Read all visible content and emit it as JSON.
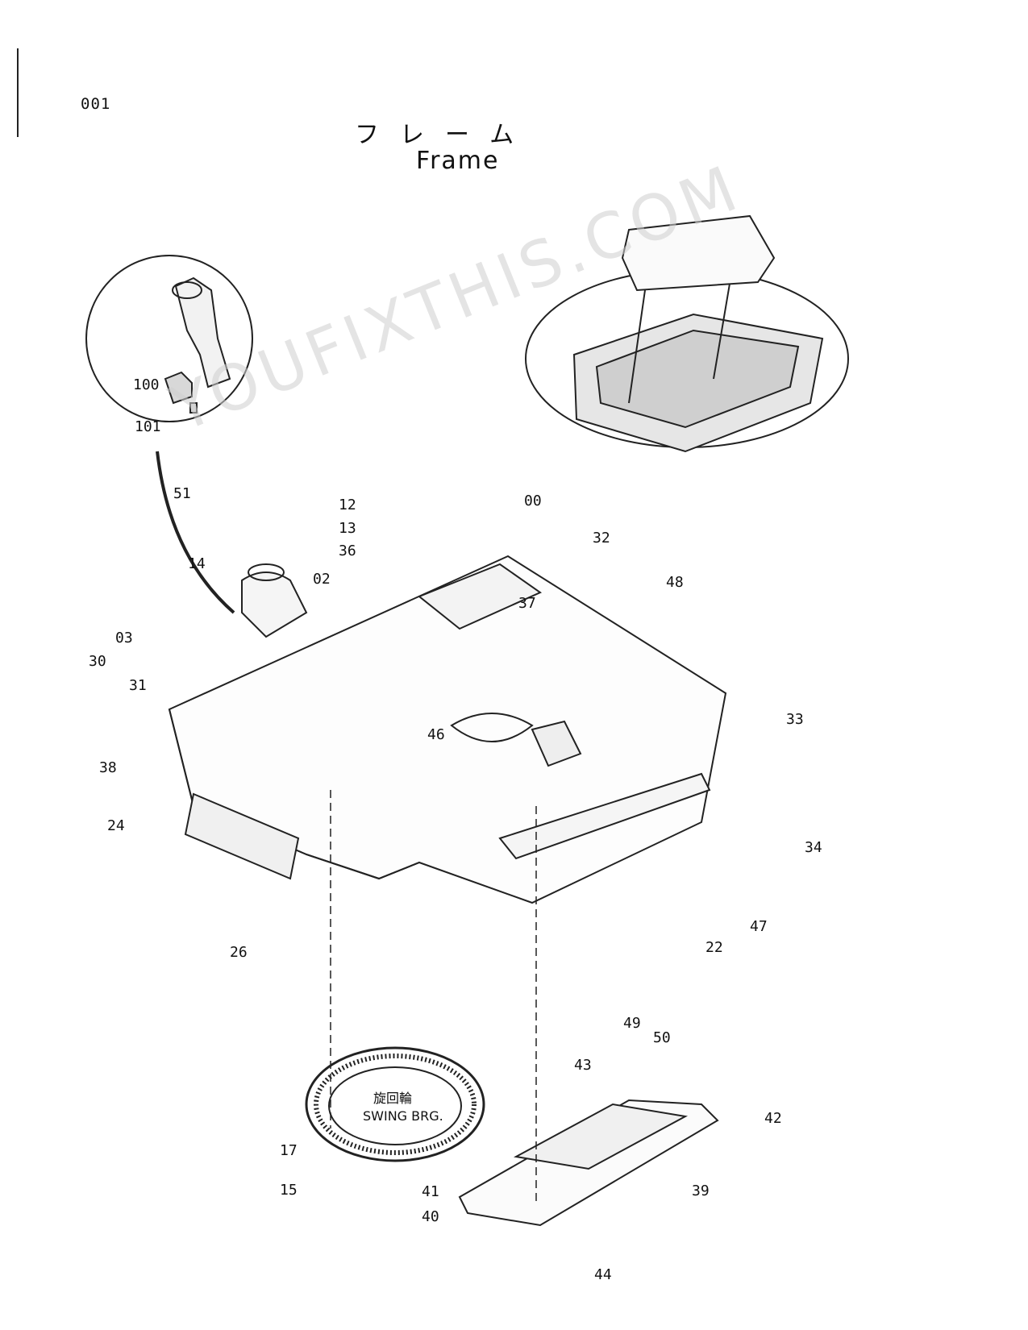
{
  "page_number": "001",
  "title_jp": "フレーム",
  "title_en": "Frame",
  "swing_bearing": {
    "label_jp": "旋回輪",
    "label_en": "SWING BRG."
  },
  "watermark_text": "YOUFIXTHIS.COM",
  "callouts": [
    "00",
    "02",
    "03",
    "12",
    "13",
    "14",
    "15",
    "17",
    "22",
    "24",
    "26",
    "30",
    "31",
    "32",
    "33",
    "34",
    "36",
    "37",
    "38",
    "39",
    "40",
    "41",
    "42",
    "43",
    "44",
    "46",
    "47",
    "48",
    "49",
    "50",
    "51",
    "100",
    "101"
  ]
}
